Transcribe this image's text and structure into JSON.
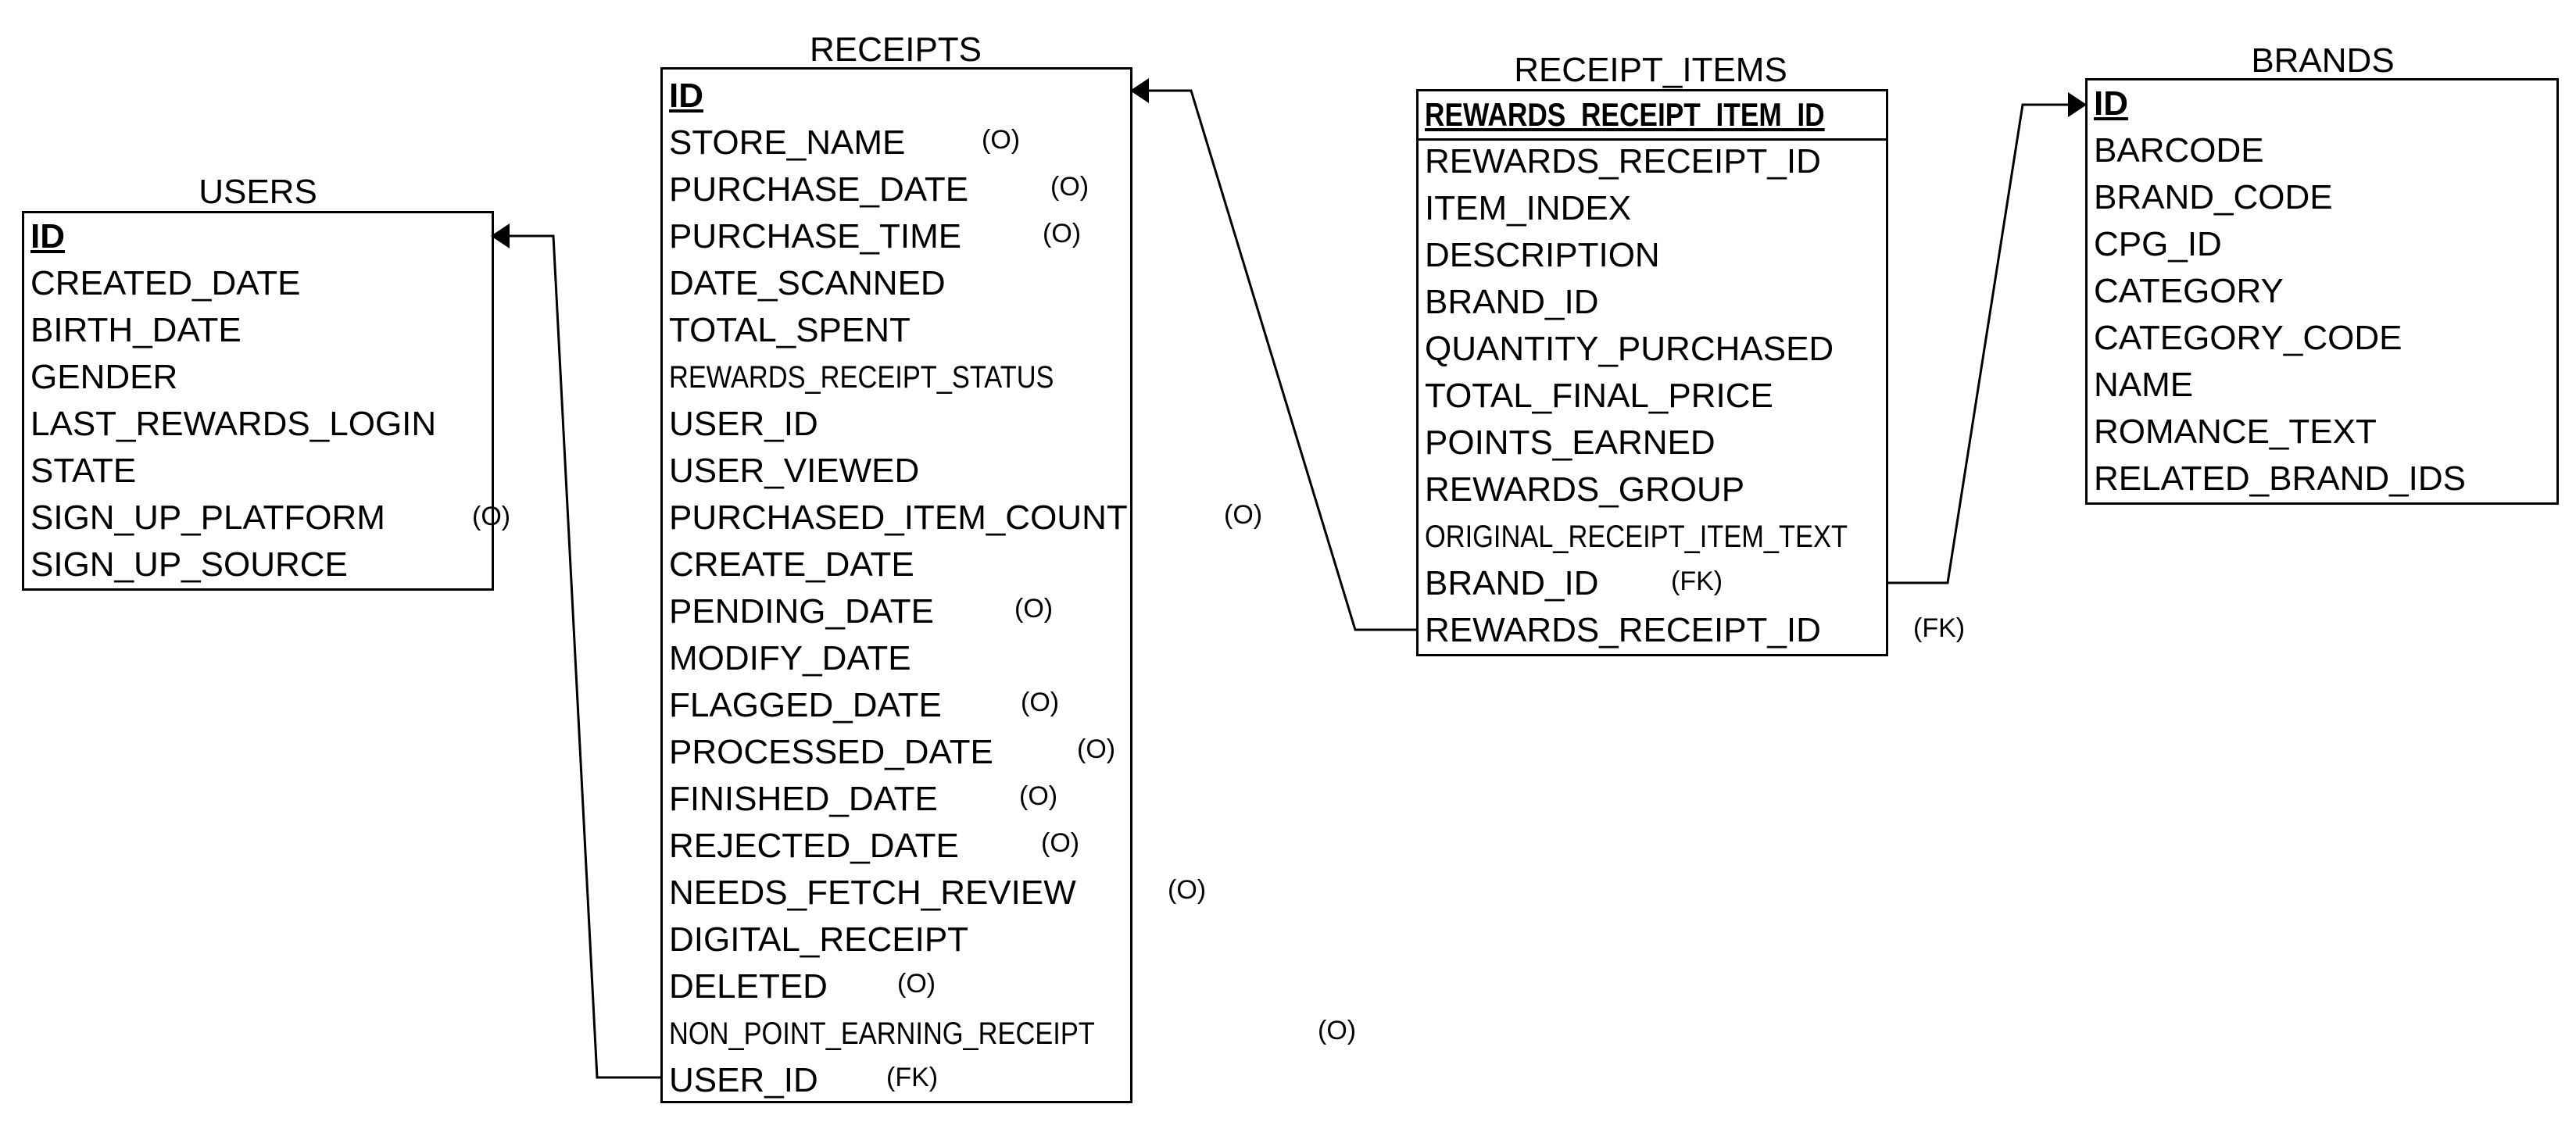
{
  "tables": {
    "users": {
      "title": "USERS",
      "columns": [
        {
          "name": "ID",
          "pk": true
        },
        {
          "name": "CREATED_DATE"
        },
        {
          "name": "BIRTH_DATE"
        },
        {
          "name": "GENDER"
        },
        {
          "name": "LAST_REWARDS_LOGIN"
        },
        {
          "name": "STATE"
        },
        {
          "name": "SIGN_UP_PLATFORM",
          "tag": "(O)"
        },
        {
          "name": "SIGN_UP_SOURCE"
        }
      ]
    },
    "receipts": {
      "title": "RECEIPTS",
      "columns": [
        {
          "name": "ID",
          "pk": true
        },
        {
          "name": "STORE_NAME",
          "tag": "(O)"
        },
        {
          "name": "PURCHASE_DATE",
          "tag": "(O)"
        },
        {
          "name": "PURCHASE_TIME",
          "tag": "(O)"
        },
        {
          "name": "DATE_SCANNED"
        },
        {
          "name": "TOTAL_SPENT"
        },
        {
          "name": "REWARDS_RECEIPT_STATUS"
        },
        {
          "name": "USER_ID"
        },
        {
          "name": "USER_VIEWED"
        },
        {
          "name": "PURCHASED_ITEM_COUNT",
          "tag": "(O)"
        },
        {
          "name": "CREATE_DATE"
        },
        {
          "name": "PENDING_DATE",
          "tag": "(O)"
        },
        {
          "name": "MODIFY_DATE"
        },
        {
          "name": "FLAGGED_DATE",
          "tag": "(O)"
        },
        {
          "name": "PROCESSED_DATE",
          "tag": "(O)"
        },
        {
          "name": "FINISHED_DATE",
          "tag": "(O)"
        },
        {
          "name": "REJECTED_DATE",
          "tag": "(O)"
        },
        {
          "name": "NEEDS_FETCH_REVIEW",
          "tag": "(O)"
        },
        {
          "name": "DIGITAL_RECEIPT"
        },
        {
          "name": "DELETED",
          "tag": "(O)"
        },
        {
          "name": "NON_POINT_EARNING_RECEIPT",
          "tag": "(O)"
        },
        {
          "name": "USER_ID",
          "tag": "(FK)"
        }
      ]
    },
    "receipt_items": {
      "title": "RECEIPT_ITEMS",
      "columns": [
        {
          "name": "REWARDS_RECEIPT_ITEM_ID",
          "pk": true
        },
        {
          "name": "REWARDS_RECEIPT_ID"
        },
        {
          "name": "ITEM_INDEX"
        },
        {
          "name": "DESCRIPTION"
        },
        {
          "name": "BRAND_ID"
        },
        {
          "name": "QUANTITY_PURCHASED"
        },
        {
          "name": "TOTAL_FINAL_PRICE"
        },
        {
          "name": "POINTS_EARNED"
        },
        {
          "name": "REWARDS_GROUP"
        },
        {
          "name": "ORIGINAL_RECEIPT_ITEM_TEXT"
        },
        {
          "name": "BRAND_ID",
          "tag": "(FK)"
        },
        {
          "name": "REWARDS_RECEIPT_ID",
          "tag": "(FK)"
        }
      ]
    },
    "brands": {
      "title": "BRANDS",
      "columns": [
        {
          "name": "ID",
          "pk": true
        },
        {
          "name": "BARCODE"
        },
        {
          "name": "BRAND_CODE"
        },
        {
          "name": "CPG_ID"
        },
        {
          "name": "CATEGORY"
        },
        {
          "name": "CATEGORY_CODE"
        },
        {
          "name": "NAME"
        },
        {
          "name": "ROMANCE_TEXT"
        },
        {
          "name": "RELATED_BRAND_IDS"
        }
      ]
    }
  },
  "relationships": [
    {
      "from": "receipts.USER_ID",
      "to": "users.ID"
    },
    {
      "from": "receipt_items.REWARDS_RECEIPT_ID",
      "to": "receipts.ID"
    },
    {
      "from": "receipt_items.BRAND_ID",
      "to": "brands.ID"
    }
  ]
}
